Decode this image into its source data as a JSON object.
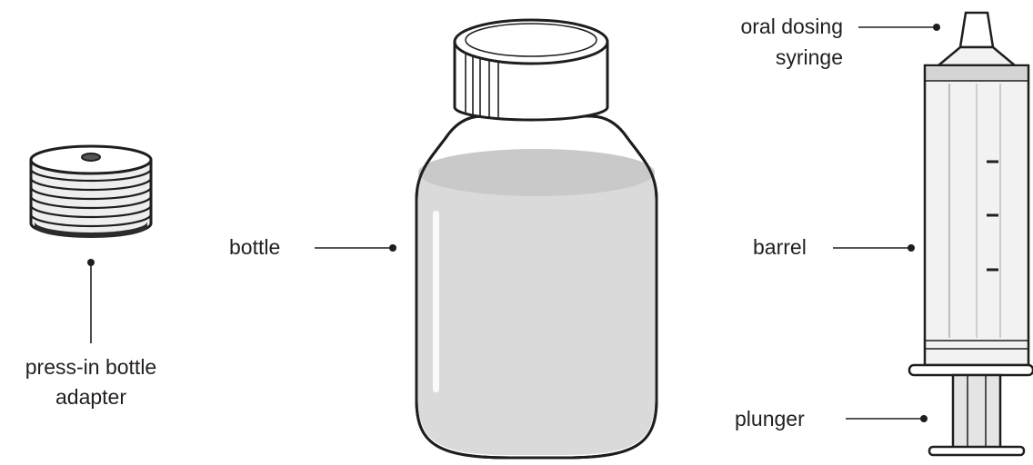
{
  "labels": {
    "adapter_line1": "press-in bottle",
    "adapter_line2": "adapter",
    "bottle": "bottle",
    "syringe_line1": "oral dosing",
    "syringe_line2": "syringe",
    "barrel": "barrel",
    "plunger": "plunger"
  },
  "colors": {
    "ink": "#1e1e1e",
    "text": "#231f20",
    "liquid": "#dadada",
    "liquid_surface": "#c9c9c9",
    "cap": "#ffffff",
    "syringe_body": "#f2f2f2",
    "adapter_fill": "#eeeeee"
  },
  "icons": {
    "adapter": "press-in-bottle-adapter-icon",
    "bottle": "medicine-bottle-icon",
    "syringe": "oral-dosing-syringe-icon"
  }
}
